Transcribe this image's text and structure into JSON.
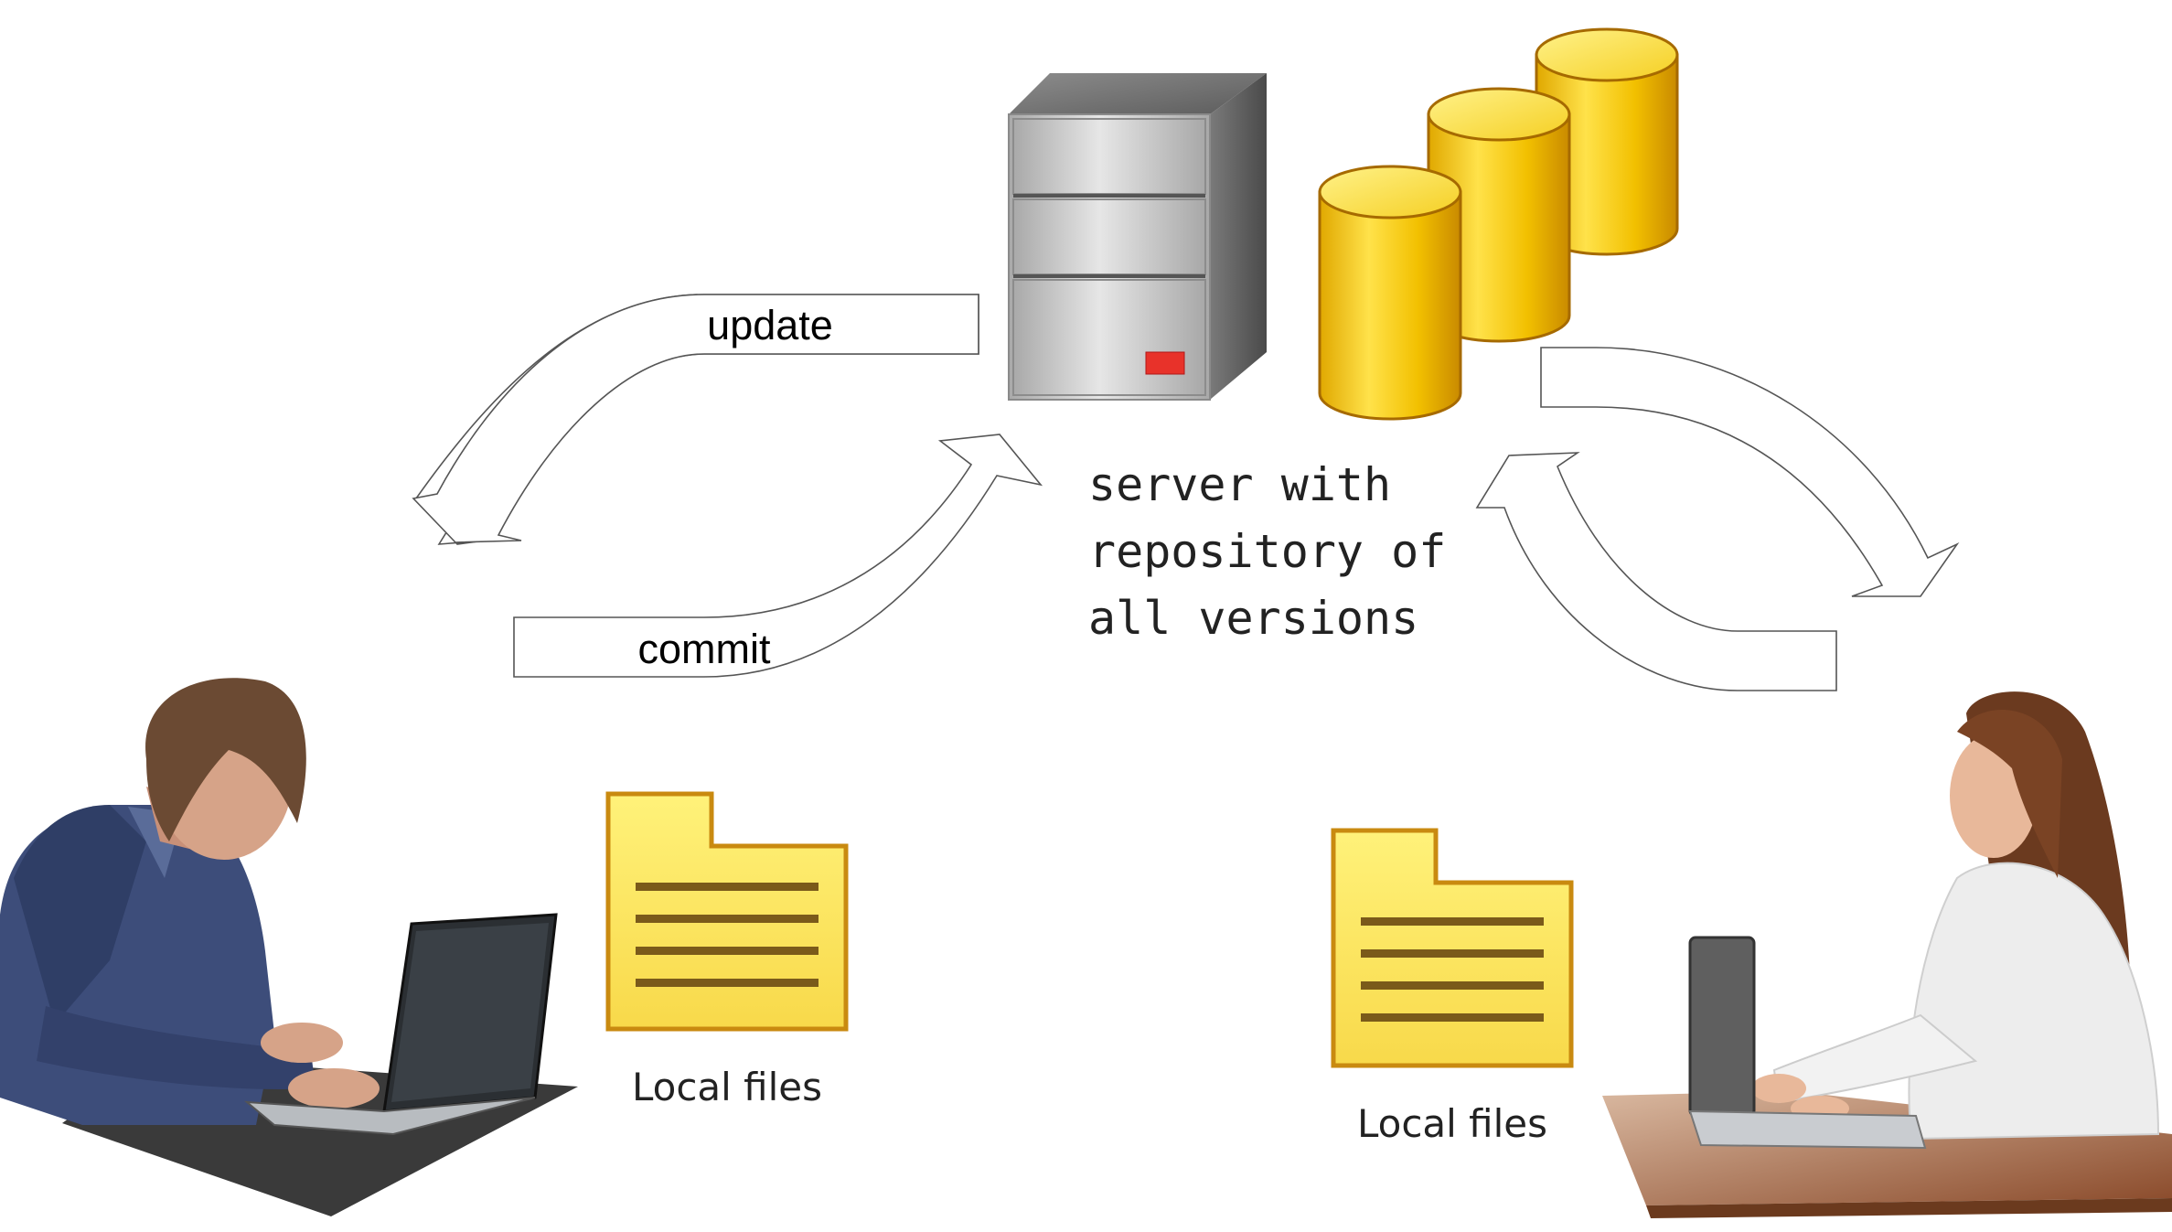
{
  "arrows": {
    "update_label": "update",
    "commit_label": "commit"
  },
  "server": {
    "caption_lines": [
      "server with",
      "repository of",
      "all versions"
    ],
    "icon": "server-tower-icon",
    "database_icon": "database-cylinders-icon"
  },
  "left_user": {
    "icon": "man-at-laptop-icon",
    "files_label": "Local files",
    "files_icon": "document-folder-icon"
  },
  "right_user": {
    "icon": "woman-at-laptop-icon",
    "files_label": "Local files",
    "files_icon": "document-folder-icon"
  },
  "colors": {
    "gold": "#F2C81E",
    "folder_fill": "#FCE66A",
    "folder_stroke": "#C98A10",
    "server_gray": "#B8B8B8",
    "indicator_red": "#E8322A"
  }
}
